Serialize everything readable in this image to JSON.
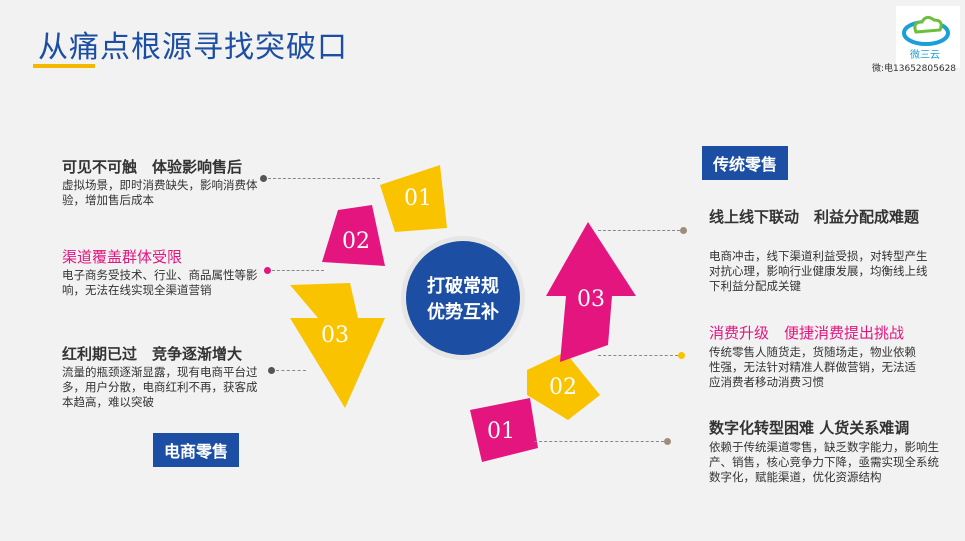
{
  "title": "从痛点根源寻找突破口",
  "logo": {
    "text": "微三云",
    "phone": "微:电13652805628"
  },
  "center": {
    "line1": "打破常规",
    "line2": "优势互补"
  },
  "left": {
    "badge": "电商零售",
    "items": [
      {
        "num": "01",
        "heading": "可见不可触　体验影响售后",
        "desc": "虚拟场景，即时消费缺失，影响消费体验，增加售后成本"
      },
      {
        "num": "02",
        "heading": "渠道覆盖群体受限",
        "desc": "电子商务受技术、行业、商品属性等影响，无法在线实现全渠道营销"
      },
      {
        "num": "03",
        "heading": "红利期已过　竞争逐渐增大",
        "desc": "流量的瓶颈逐渐显露，现有电商平台过多，用户分散，电商红利不再，获客成本趋高，难以突破"
      }
    ]
  },
  "right": {
    "badge": "传统零售",
    "items": [
      {
        "num": "03",
        "heading": "线上线下联动　利益分配成难题",
        "desc": "电商冲击，线下渠道利益受损，对转型产生对抗心理，影响行业健康发展，均衡线上线下利益分配成关键"
      },
      {
        "num": "02",
        "heading": "消费升级　便捷消费提出挑战",
        "desc": "传统零售人随货走，货随场走，物业依赖性强，无法针对精准人群做营销，无法适应消费者移动消费习惯"
      },
      {
        "num": "01",
        "heading": "数字化转型困难 人货关系难调",
        "desc": "依赖于传统渠道零售，缺乏数字能力，影响生产、销售，核心竞争力下降，亟需实现全系统数字化，赋能渠道，优化资源结构"
      }
    ]
  },
  "colors": {
    "blue": "#1c4fa3",
    "yellow": "#f9c300",
    "pink": "#e4157f"
  }
}
